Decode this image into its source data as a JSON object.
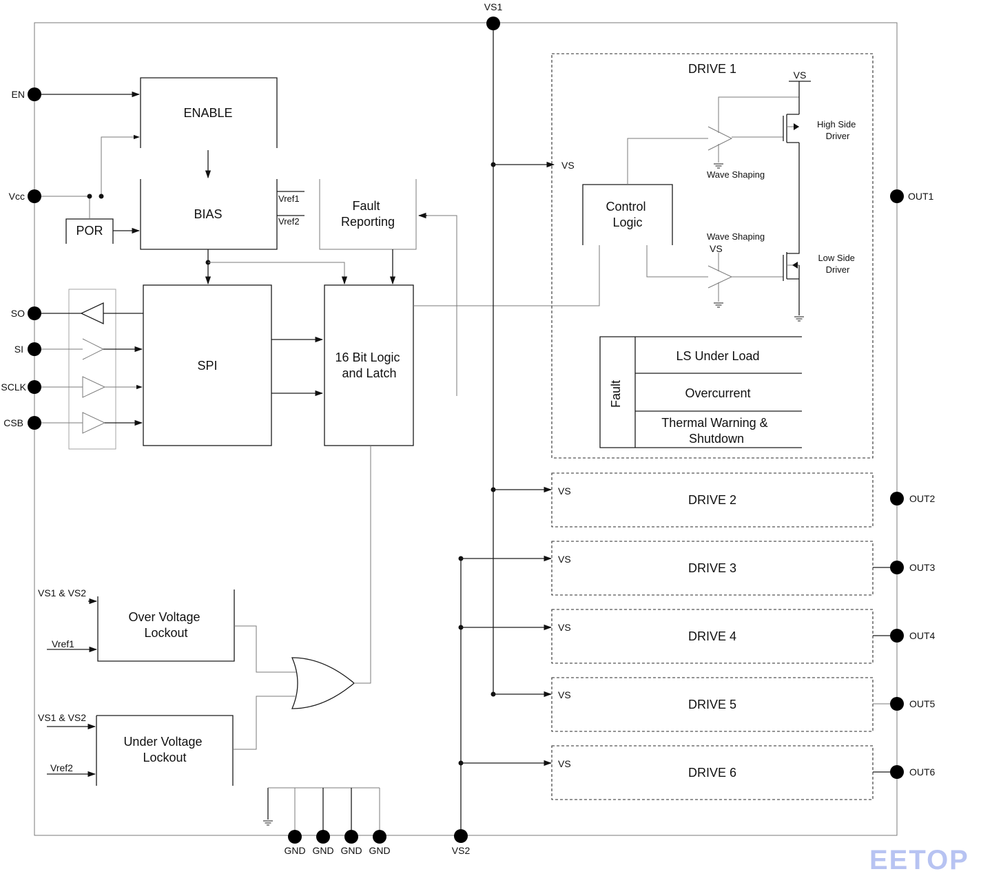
{
  "pins": {
    "vs1": "VS1",
    "en": "EN",
    "vcc": "Vcc",
    "so": "SO",
    "si": "SI",
    "sclk": "SCLK",
    "csb": "CSB",
    "out1": "OUT1",
    "out2": "OUT2",
    "out3": "OUT3",
    "out4": "OUT4",
    "out5": "OUT5",
    "out6": "OUT6",
    "gnd": "GND",
    "vs2": "VS2"
  },
  "blocks": {
    "enable": "ENABLE",
    "bias": "BIAS",
    "por": "POR",
    "vref1": "Vref1",
    "vref2": "Vref2",
    "fault_reporting": [
      "Fault",
      "Reporting"
    ],
    "spi": "SPI",
    "logic_latch": [
      "16 Bit Logic",
      "and Latch"
    ],
    "over_voltage": [
      "Over Voltage",
      "Lockout"
    ],
    "under_voltage": [
      "Under Voltage",
      "Lockout"
    ],
    "vs1_vs2": "VS1 & VS2"
  },
  "drive1": {
    "title": "DRIVE 1",
    "vs": "VS",
    "control_logic": [
      "Control",
      "Logic"
    ],
    "high_side": [
      "High Side",
      "Driver"
    ],
    "low_side": [
      "Low Side",
      "Driver"
    ],
    "wave_shaping": "Wave Shaping",
    "fault_label": "Fault",
    "faults": [
      "LS Under Load",
      "Overcurrent",
      "Thermal Warning &",
      "Shutdown"
    ]
  },
  "drives": [
    "DRIVE 2",
    "DRIVE 3",
    "DRIVE 4",
    "DRIVE 5",
    "DRIVE 6"
  ],
  "vs_label": "VS",
  "logo": "EETOP"
}
